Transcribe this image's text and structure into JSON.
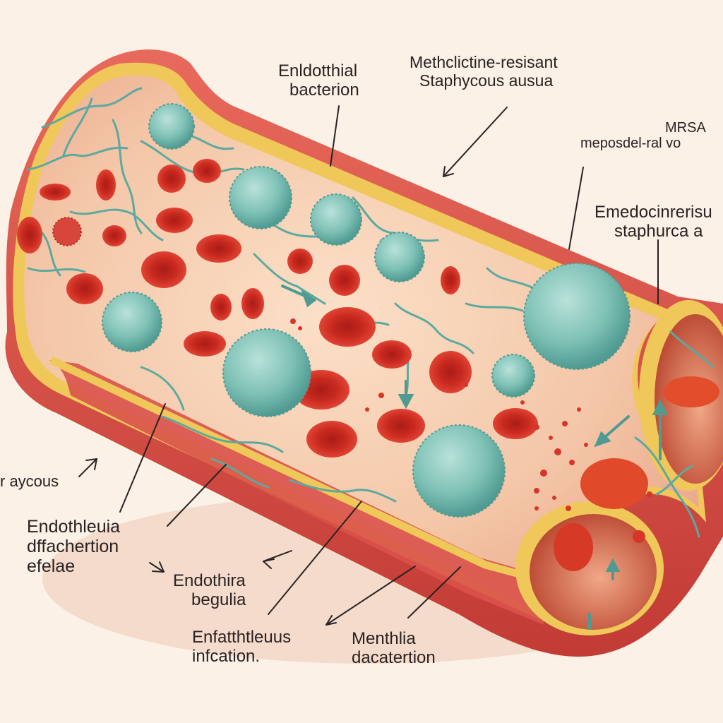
{
  "diagram": {
    "labels": {
      "top_left": [
        "Enldotthial",
        "bacterion"
      ],
      "top_center": [
        "Methclictine-resisant",
        "Staphycous ausua"
      ],
      "right_top": [
        "MRSA",
        "meposdel-ral vo"
      ],
      "right_mid": [
        "Emedocinrerisu",
        "staphurca a"
      ],
      "left_small": [
        "r aycous"
      ],
      "left_mid": [
        "Endothleuia",
        "dffachertion",
        "efelae"
      ],
      "bottom_1": [
        "Endothira",
        "begulia"
      ],
      "bottom_2": [
        "Enfatthtleuus",
        "infcation."
      ],
      "bottom_3": [
        "Menthlia",
        "dacatertion"
      ]
    }
  },
  "colors": {
    "background": "#fbf1e6",
    "vessel_wall": "#d9524a",
    "vessel_rim": "#f0c85a",
    "lumen": "#f4c7a8",
    "red_blood_cell": "#d8352a",
    "bacteria": "#7fc1b6",
    "filament": "#5ca9a0",
    "label_text": "#2a2222"
  }
}
